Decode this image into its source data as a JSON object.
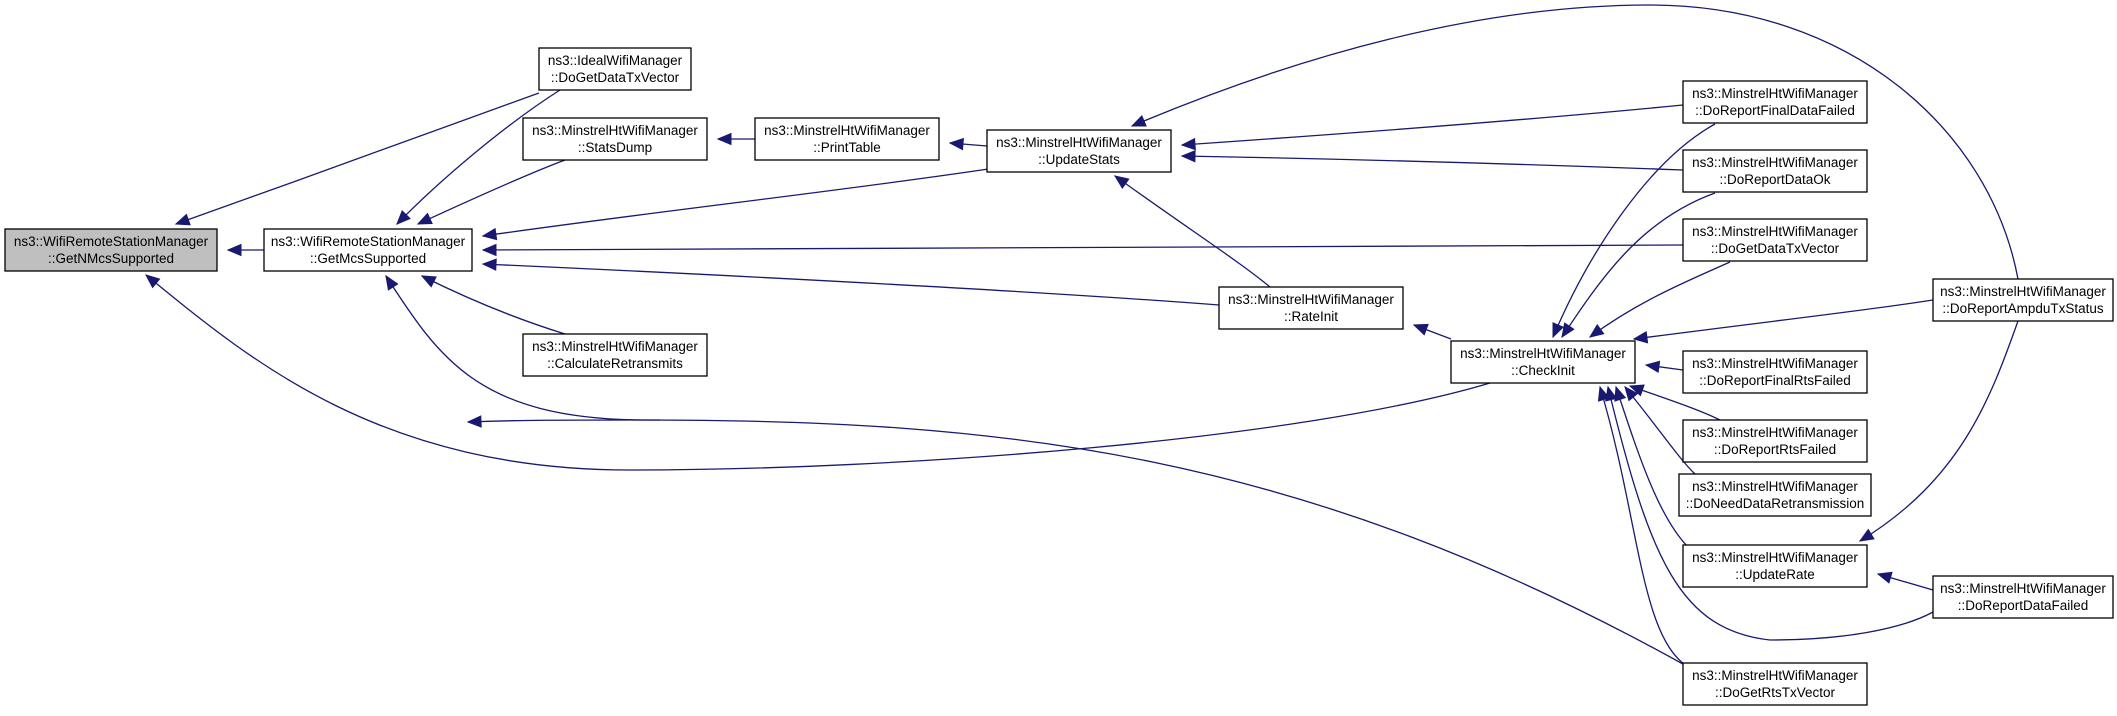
{
  "graph": {
    "nodes": [
      {
        "id": "getnmcs",
        "line1": "ns3::WifiRemoteStationManager",
        "line2": "::GetNMcsSupported",
        "highlight": true
      },
      {
        "id": "getmcs",
        "line1": "ns3::WifiRemoteStationManager",
        "line2": "::GetMcsSupported"
      },
      {
        "id": "ideal",
        "line1": "ns3::IdealWifiManager",
        "line2": "::DoGetDataTxVector"
      },
      {
        "id": "statsdump",
        "line1": "ns3::MinstrelHtWifiManager",
        "line2": "::StatsDump"
      },
      {
        "id": "calcretx",
        "line1": "ns3::MinstrelHtWifiManager",
        "line2": "::CalculateRetransmits"
      },
      {
        "id": "printtable",
        "line1": "ns3::MinstrelHtWifiManager",
        "line2": "::PrintTable"
      },
      {
        "id": "updatestats",
        "line1": "ns3::MinstrelHtWifiManager",
        "line2": "::UpdateStats"
      },
      {
        "id": "rateinit",
        "line1": "ns3::MinstrelHtWifiManager",
        "line2": "::RateInit"
      },
      {
        "id": "checkinit",
        "line1": "ns3::MinstrelHtWifiManager",
        "line2": "::CheckInit"
      },
      {
        "id": "finaldatafailed",
        "line1": "ns3::MinstrelHtWifiManager",
        "line2": "::DoReportFinalDataFailed"
      },
      {
        "id": "dataok",
        "line1": "ns3::MinstrelHtWifiManager",
        "line2": "::DoReportDataOk"
      },
      {
        "id": "getdatatx",
        "line1": "ns3::MinstrelHtWifiManager",
        "line2": "::DoGetDataTxVector"
      },
      {
        "id": "finalrtsfailed",
        "line1": "ns3::MinstrelHtWifiManager",
        "line2": "::DoReportFinalRtsFailed"
      },
      {
        "id": "rtsfailed",
        "line1": "ns3::MinstrelHtWifiManager",
        "line2": "::DoReportRtsFailed"
      },
      {
        "id": "needretx",
        "line1": "ns3::MinstrelHtWifiManager",
        "line2": "::DoNeedDataRetransmission"
      },
      {
        "id": "updaterate",
        "line1": "ns3::MinstrelHtWifiManager",
        "line2": "::UpdateRate"
      },
      {
        "id": "getrtstx",
        "line1": "ns3::MinstrelHtWifiManager",
        "line2": "::DoGetRtsTxVector"
      },
      {
        "id": "ampdu",
        "line1": "ns3::MinstrelHtWifiManager",
        "line2": "::DoReportAmpduTxStatus"
      },
      {
        "id": "datafailed",
        "line1": "ns3::MinstrelHtWifiManager",
        "line2": "::DoReportDataFailed"
      }
    ],
    "edges": [
      {
        "from": "getnmcs",
        "to": "getmcs"
      },
      {
        "from": "getnmcs",
        "to": "ideal"
      },
      {
        "from": "getnmcs",
        "to": "checkinit"
      },
      {
        "from": "getnmcs",
        "to": "getrtstx"
      },
      {
        "from": "getmcs",
        "to": "ideal"
      },
      {
        "from": "getmcs",
        "to": "statsdump"
      },
      {
        "from": "getmcs",
        "to": "calcretx"
      },
      {
        "from": "getmcs",
        "to": "updatestats"
      },
      {
        "from": "getmcs",
        "to": "getdatatx"
      },
      {
        "from": "getmcs",
        "to": "rateinit"
      },
      {
        "from": "getmcs",
        "to": "getrtstx"
      },
      {
        "from": "statsdump",
        "to": "printtable"
      },
      {
        "from": "printtable",
        "to": "updatestats"
      },
      {
        "from": "updatestats",
        "to": "finaldatafailed"
      },
      {
        "from": "updatestats",
        "to": "dataok"
      },
      {
        "from": "updatestats",
        "to": "rateinit"
      },
      {
        "from": "updatestats",
        "to": "ampdu"
      },
      {
        "from": "rateinit",
        "to": "checkinit"
      },
      {
        "from": "checkinit",
        "to": "finaldatafailed"
      },
      {
        "from": "checkinit",
        "to": "dataok"
      },
      {
        "from": "checkinit",
        "to": "getdatatx"
      },
      {
        "from": "checkinit",
        "to": "ampdu"
      },
      {
        "from": "checkinit",
        "to": "finalrtsfailed"
      },
      {
        "from": "checkinit",
        "to": "rtsfailed"
      },
      {
        "from": "checkinit",
        "to": "needretx"
      },
      {
        "from": "checkinit",
        "to": "updaterate"
      },
      {
        "from": "checkinit",
        "to": "datafailed"
      },
      {
        "from": "checkinit",
        "to": "getrtstx"
      },
      {
        "from": "updaterate",
        "to": "ampdu"
      },
      {
        "from": "updaterate",
        "to": "datafailed"
      }
    ]
  }
}
